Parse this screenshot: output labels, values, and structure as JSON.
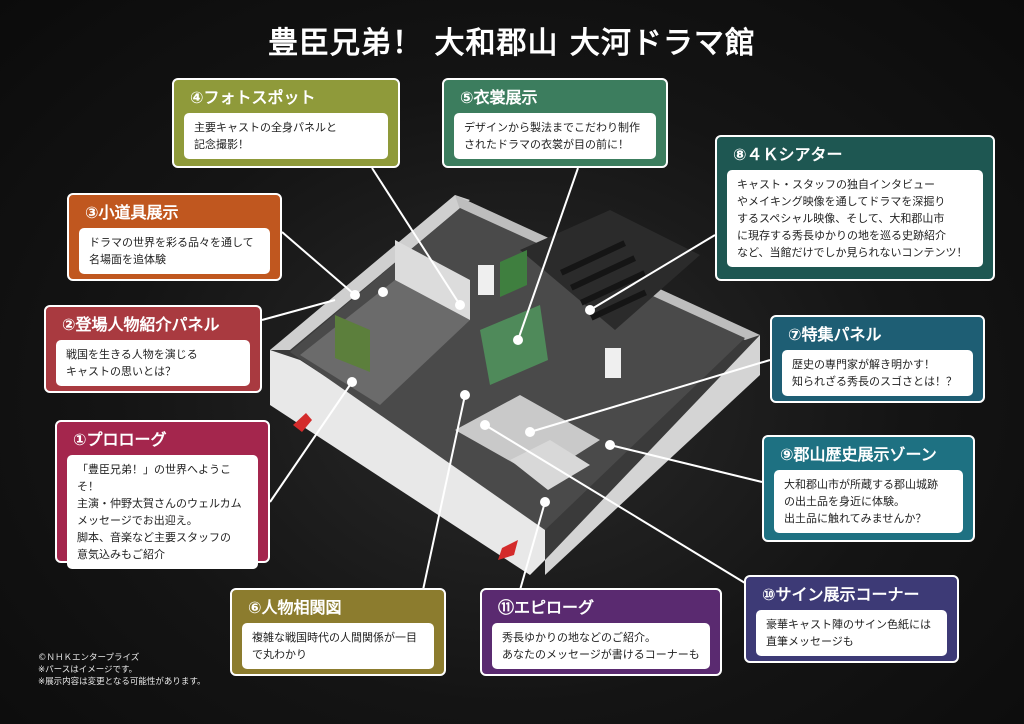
{
  "title": "豊臣兄弟！ 大和郡山 大河ドラマ館",
  "colors": {
    "photospot": "#8f9a3a",
    "costume": "#3c7d5e",
    "theater": "#1e5752",
    "props": "#c0571f",
    "characters": "#a93a40",
    "feature": "#1e5e74",
    "prologue": "#a4264d",
    "history": "#1e7182",
    "relations": "#8c7c2e",
    "epilogue": "#5a2a70",
    "sign": "#3d3a76"
  },
  "cards": {
    "photospot": {
      "head": "④フォトスポット",
      "body": "主要キャストの全身パネルと\n記念撮影！"
    },
    "costume": {
      "head": "⑤衣裳展示",
      "body": "デザインから製法までこだわり制作\nされたドラマの衣裳が目の前に！"
    },
    "theater": {
      "head": "⑧４Ｋシアター",
      "body": "キャスト・スタッフの独自インタビュー\nやメイキング映像を通してドラマを深掘り\nするスペシャル映像、そして、大和郡山市\nに現存する秀長ゆかりの地を巡る史跡紹介\nなど、当館だけでしか見られないコンテンツ！"
    },
    "props": {
      "head": "③小道具展示",
      "body": "ドラマの世界を彩る品々を通して\n名場面を追体験"
    },
    "characters": {
      "head": "②登場人物紹介パネル",
      "body": "戦国を生きる人物を演じる\nキャストの思いとは？"
    },
    "feature": {
      "head": "⑦特集パネル",
      "body": "歴史の専門家が解き明かす！\n知られざる秀長のスゴさとは！？"
    },
    "prologue": {
      "head": "①プロローグ",
      "body": "「豊臣兄弟！」の世界へようこそ！\n主演・仲野太賀さんのウェルカム\nメッセージでお出迎え。\n脚本、音楽など主要スタッフの\n意気込みもご紹介"
    },
    "history": {
      "head": "⑨郡山歴史展示ゾーン",
      "body": "大和郡山市が所蔵する郡山城跡\nの出土品を身近に体験。\n出土品に触れてみませんか？"
    },
    "relations": {
      "head": "⑥人物相関図",
      "body": "複雑な戦国時代の人間関係が一目\nで丸わかり"
    },
    "epilogue": {
      "head": "⑪エピローグ",
      "body": "秀長ゆかりの地などのご紹介。\nあなたのメッセージが書けるコーナーも"
    },
    "sign": {
      "head": "⑩サイン展示コーナー",
      "body": "豪華キャスト陣のサイン色紙には\n直筆メッセージも"
    }
  },
  "footer": {
    "credit": "©ＮＨＫエンタープライズ",
    "note1": "※パースはイメージです。",
    "note2": "※展示内容は変更となる可能性があります。"
  }
}
